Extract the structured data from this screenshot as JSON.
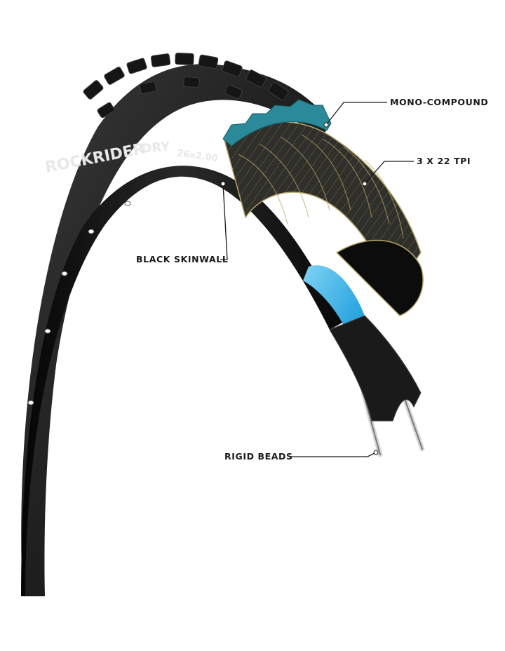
{
  "brand": {
    "model_text": "ROCKRIDER",
    "variant_text": "DRY",
    "size_text": "26x2.00"
  },
  "callouts": [
    {
      "id": "mono-compound",
      "label": "MONO-COMPOUND"
    },
    {
      "id": "tpi",
      "label": "3 X 22 TPI"
    },
    {
      "id": "black-skinwall",
      "label": "BLACK SKINWALL"
    },
    {
      "id": "rigid-beads",
      "label": "RIGID BEADS"
    }
  ],
  "colors": {
    "tread": "#1c1c1c",
    "casing": "#2b2b2b",
    "cord_threads": "#b9a86a",
    "tread_cap": "#2a8a9a",
    "inner_tube": "#2ea7e0",
    "rim": "#111111",
    "leader_line": "#1a1a1a"
  }
}
